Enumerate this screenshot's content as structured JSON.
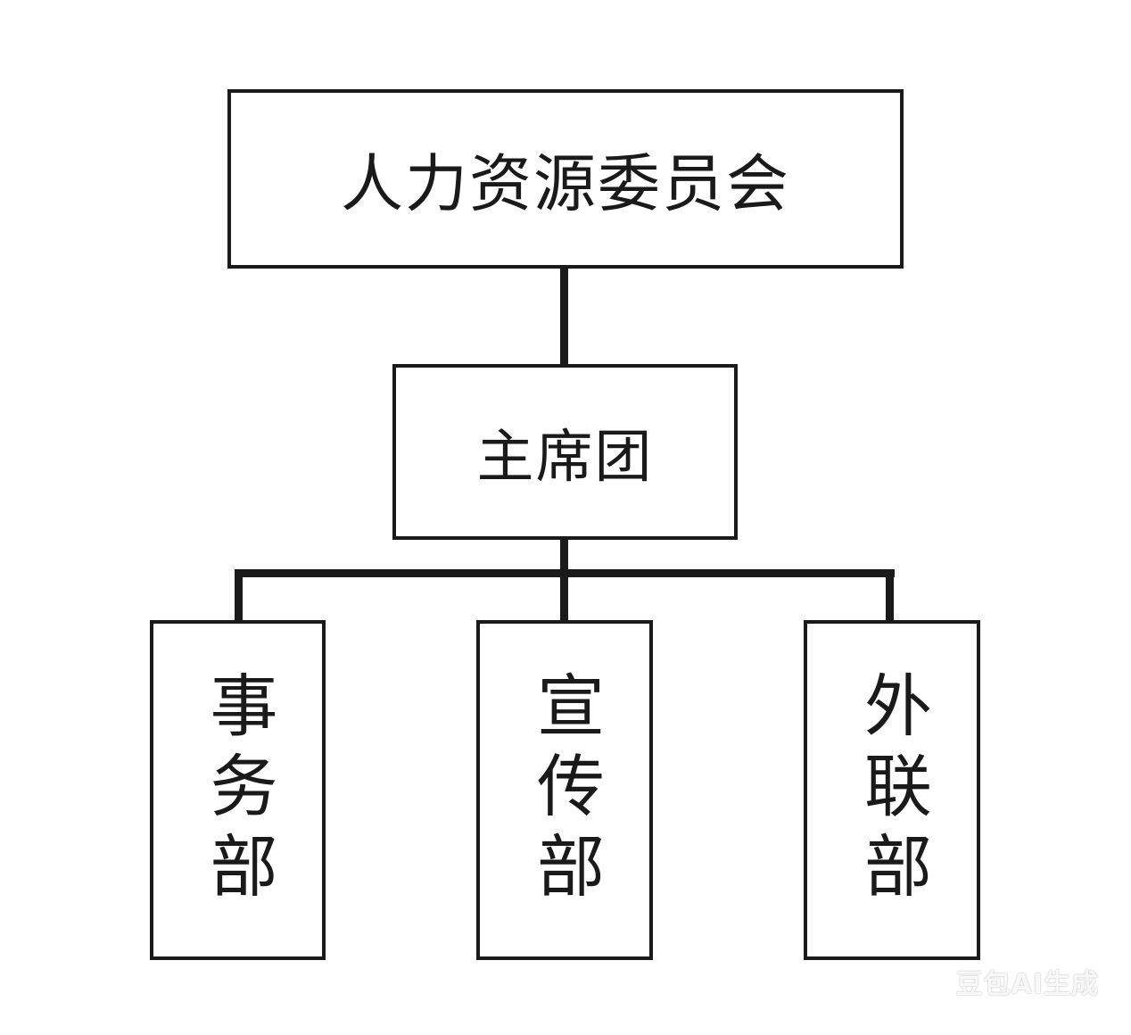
{
  "diagram": {
    "root": {
      "label": "人力资源委员会"
    },
    "middle": {
      "label": "主席团"
    },
    "departments": [
      {
        "label": "事务部"
      },
      {
        "label": "宣传部"
      },
      {
        "label": "外联部"
      }
    ],
    "line_color": "#1a1a1a",
    "box_border_color": "#1a1a1a",
    "background_color": "#ffffff"
  },
  "watermark": {
    "text": "豆包AI生成"
  }
}
